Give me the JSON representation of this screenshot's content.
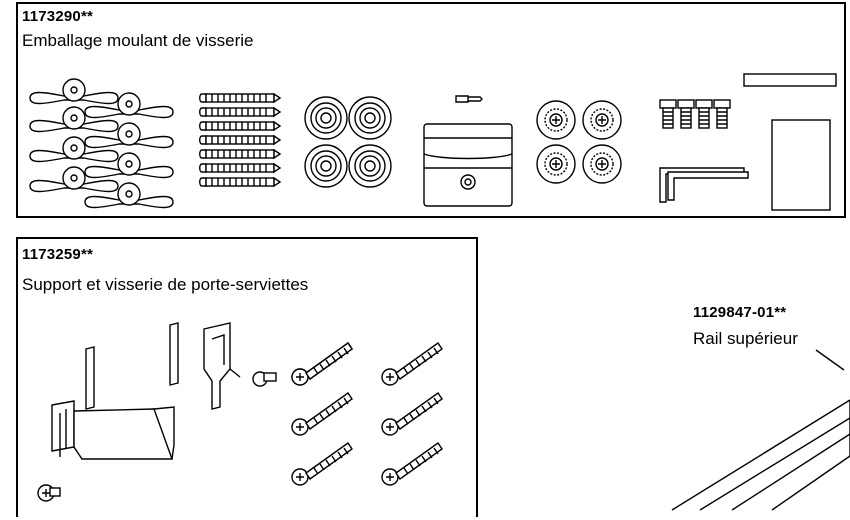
{
  "parts": [
    {
      "part_number": "1173290**",
      "description": "Emballage moulant de visserie"
    },
    {
      "part_number": "1173259**",
      "description": "Support et visserie de porte-serviettes"
    },
    {
      "part_number": "1129847-01**",
      "description": "Rail supérieur"
    }
  ],
  "icons": [
    "clip-icon",
    "screw-icon",
    "spacer-icon",
    "bracket-icon",
    "roller-icon",
    "set-screw-icon",
    "hex-key-icon",
    "label-icon",
    "rail-icon"
  ]
}
